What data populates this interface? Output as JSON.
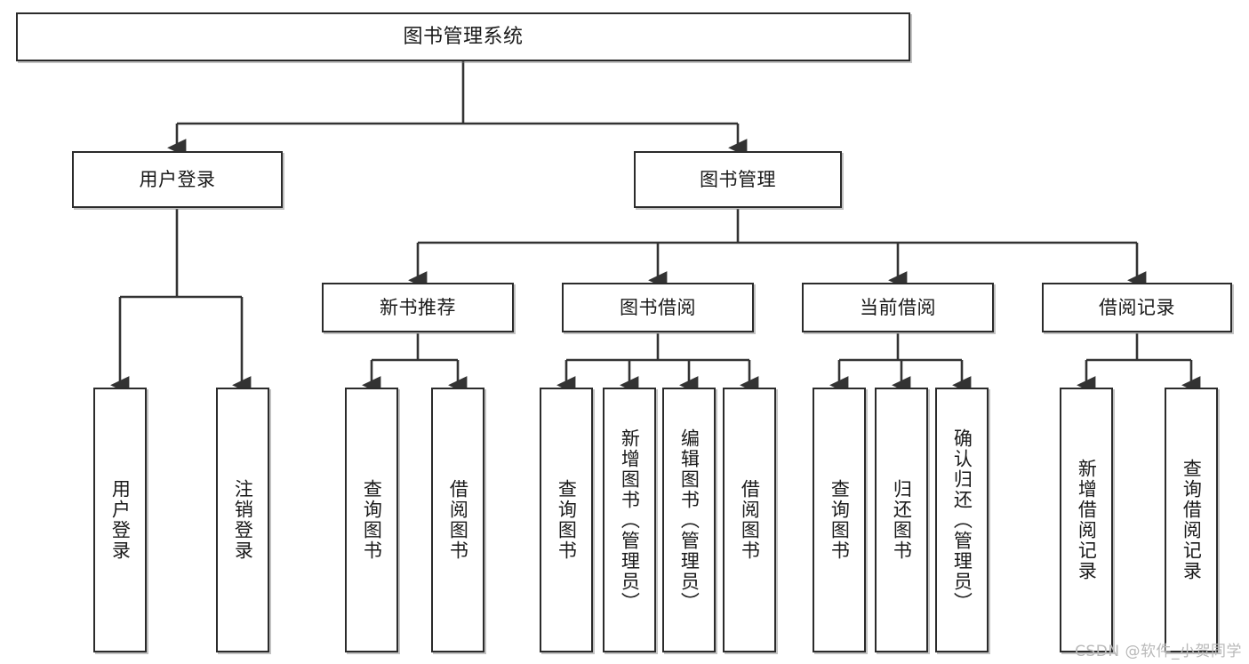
{
  "diagram": {
    "title": "图书管理系统",
    "type": "tree-hierarchy",
    "watermark": "CSDN @软件_小贺同学",
    "colors": {
      "box_border": "#2b2b2b",
      "box_fill": "#ffffff",
      "connector": "#333333",
      "text": "#1a1a1a",
      "watermark": "#b9b9b9"
    },
    "nodes": {
      "root": {
        "label": "图书管理系统",
        "level": 0
      },
      "level1": [
        {
          "id": "user-login",
          "label": "用户登录"
        },
        {
          "id": "book-manage",
          "label": "图书管理"
        }
      ],
      "level2": [
        {
          "id": "new-book-recommend",
          "label": "新书推荐",
          "parent": "book-manage"
        },
        {
          "id": "book-borrow",
          "label": "图书借阅",
          "parent": "book-manage"
        },
        {
          "id": "current-borrow",
          "label": "当前借阅",
          "parent": "book-manage"
        },
        {
          "id": "borrow-record",
          "label": "借阅记录",
          "parent": "book-manage"
        }
      ],
      "leaves": [
        {
          "id": "leaf-user-login",
          "label": "用户登录",
          "parent": "user-login"
        },
        {
          "id": "leaf-user-logout",
          "label": "注销登录",
          "parent": "user-login"
        },
        {
          "id": "leaf-query-book-1",
          "label": "查询图书",
          "parent": "new-book-recommend"
        },
        {
          "id": "leaf-borrow-book-1",
          "label": "借阅图书",
          "parent": "new-book-recommend"
        },
        {
          "id": "leaf-query-book-2",
          "label": "查询图书",
          "parent": "book-borrow"
        },
        {
          "id": "leaf-add-book",
          "label": "新增图书（管理员）",
          "parent": "book-borrow"
        },
        {
          "id": "leaf-edit-book",
          "label": "编辑图书（管理员）",
          "parent": "book-borrow"
        },
        {
          "id": "leaf-borrow-book-2",
          "label": "借阅图书",
          "parent": "book-borrow"
        },
        {
          "id": "leaf-query-book-3",
          "label": "查询图书",
          "parent": "current-borrow"
        },
        {
          "id": "leaf-return-book",
          "label": "归还图书",
          "parent": "current-borrow"
        },
        {
          "id": "leaf-confirm-return",
          "label": "确认归还（管理员）",
          "parent": "current-borrow"
        },
        {
          "id": "leaf-add-record",
          "label": "新增借阅记录",
          "parent": "borrow-record"
        },
        {
          "id": "leaf-query-record",
          "label": "查询借阅记录",
          "parent": "borrow-record"
        }
      ]
    }
  }
}
